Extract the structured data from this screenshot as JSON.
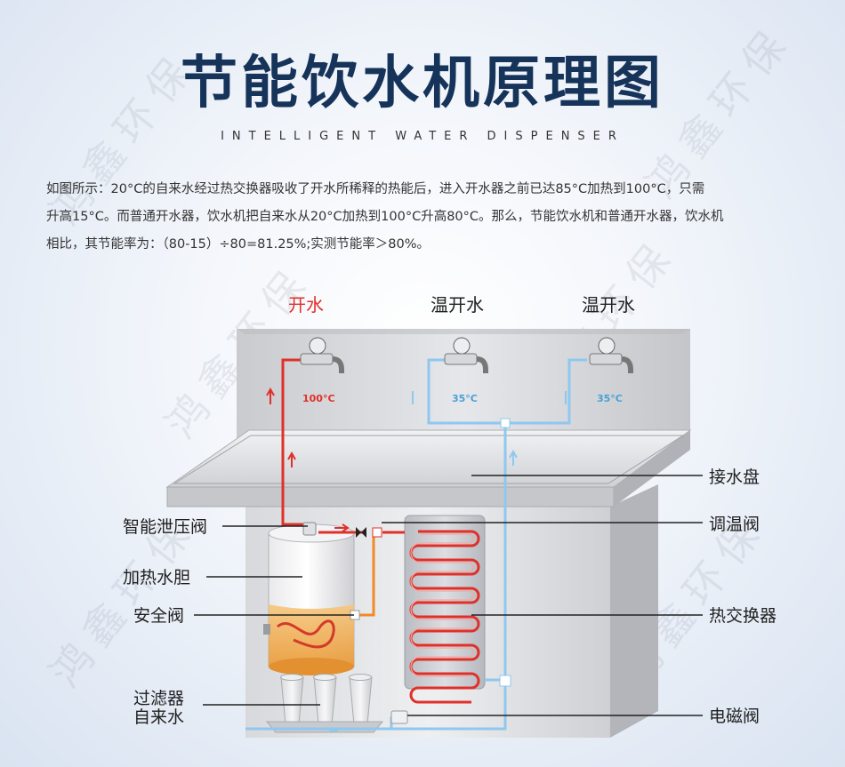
{
  "header": {
    "title": "节能饮水机原理图",
    "subtitle": "INTELLIGENT WATER DISPENSER"
  },
  "description": {
    "line1": "如图所示：20°C的自来水经过热交换器吸收了开水所稀释的热能后，进入开水器之前已达85°C加热到100°C，只需",
    "line2": "升高15°C。而普通开水器，饮水机把自来水从20°C加热到100°C升高80°C。那么，节能饮水机和普通开水器，饮水机",
    "line3": "相比，其节能率为：（80-15）÷80=81.25%;实测节能率＞80%。"
  },
  "taps": [
    {
      "label": "开水",
      "temp": "100°C",
      "color": "#e0302a"
    },
    {
      "label": "温开水",
      "temp": "35°C",
      "color": "#4aa0d8"
    },
    {
      "label": "温开水",
      "temp": "35°C",
      "color": "#4aa0d8"
    }
  ],
  "labels": {
    "drip_tray": "接水盘",
    "pressure_valve": "智能泄压阀",
    "temp_valve": "调温阀",
    "heating_tank": "加热水胆",
    "safety_valve": "安全阀",
    "heat_exchanger": "热交换器",
    "filter": "过滤器",
    "tap_water": "自来水",
    "solenoid_valve": "电磁阀"
  },
  "watermark_text": "鸿鑫环保",
  "colors": {
    "hot_pipe": "#e0302a",
    "warm_pipe": "#8ec8ee",
    "orange_pipe": "#f08a2a",
    "title": "#16335a"
  }
}
